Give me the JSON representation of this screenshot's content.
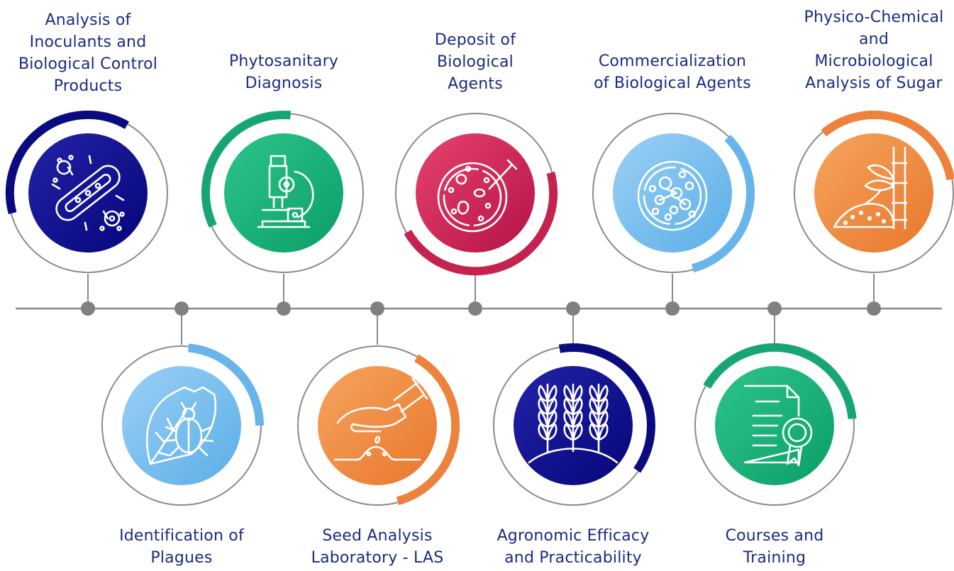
{
  "services": [
    {
      "id": "inoculants",
      "row": "top",
      "label_lines": [
        "Analysis of",
        "Inoculants and",
        "Biological Control",
        "Products"
      ],
      "icon": "bacterium-icon",
      "gradient": [
        "#2323a8",
        "#05057a"
      ],
      "accent": "#0b0b80"
    },
    {
      "id": "plagues",
      "row": "bottom",
      "label_lines": [
        "Identification of",
        "Plagues"
      ],
      "icon": "beetle-on-leaf-icon",
      "gradient": [
        "#9cd0f4",
        "#5aaee8"
      ],
      "accent": "#68b5e9"
    },
    {
      "id": "phytosanitary",
      "row": "top",
      "label_lines": [
        "Phytosanitary",
        "Diagnosis"
      ],
      "icon": "microscope-icon",
      "gradient": [
        "#2cc48a",
        "#0c9f68"
      ],
      "accent": "#17a673"
    },
    {
      "id": "seed",
      "row": "bottom",
      "label_lines": [
        "Seed Analysis",
        "Laboratory - LAS"
      ],
      "icon": "hand-planting-seed-icon",
      "gradient": [
        "#f5a45e",
        "#e9772c"
      ],
      "accent": "#ec823c"
    },
    {
      "id": "deposit",
      "row": "top",
      "label_lines": [
        "Deposit of",
        "Biological",
        "Agents"
      ],
      "icon": "petri-dish-pipette-icon",
      "gradient": [
        "#e8426d",
        "#b31346"
      ],
      "accent": "#c5234f"
    },
    {
      "id": "agronomic",
      "row": "bottom",
      "label_lines": [
        "Agronomic Efficacy",
        "and Practicability"
      ],
      "icon": "wheat-field-icon",
      "gradient": [
        "#2323a8",
        "#05057a"
      ],
      "accent": "#0b0b80"
    },
    {
      "id": "commercialization",
      "row": "top",
      "label_lines": [
        "Commercialization",
        "of Biological Agents"
      ],
      "icon": "petri-dish-colonies-icon",
      "gradient": [
        "#9cd0f4",
        "#5aaee8"
      ],
      "accent": "#68b5e9"
    },
    {
      "id": "courses",
      "row": "bottom",
      "label_lines": [
        "Courses and",
        "Training"
      ],
      "icon": "certificate-icon",
      "gradient": [
        "#2cc48a",
        "#0c9f68"
      ],
      "accent": "#17a673"
    },
    {
      "id": "sugar",
      "row": "top",
      "label_lines": [
        "Physico-Chemical",
        "and",
        "Microbiological",
        "Analysis of Sugar"
      ],
      "icon": "sugarcane-icon",
      "gradient": [
        "#f5a45e",
        "#e9772c"
      ],
      "accent": "#ec823c"
    }
  ],
  "colors": {
    "timeline": "#8a8a8a",
    "ring": "#8a8a8a",
    "text": "#1b2a85"
  }
}
